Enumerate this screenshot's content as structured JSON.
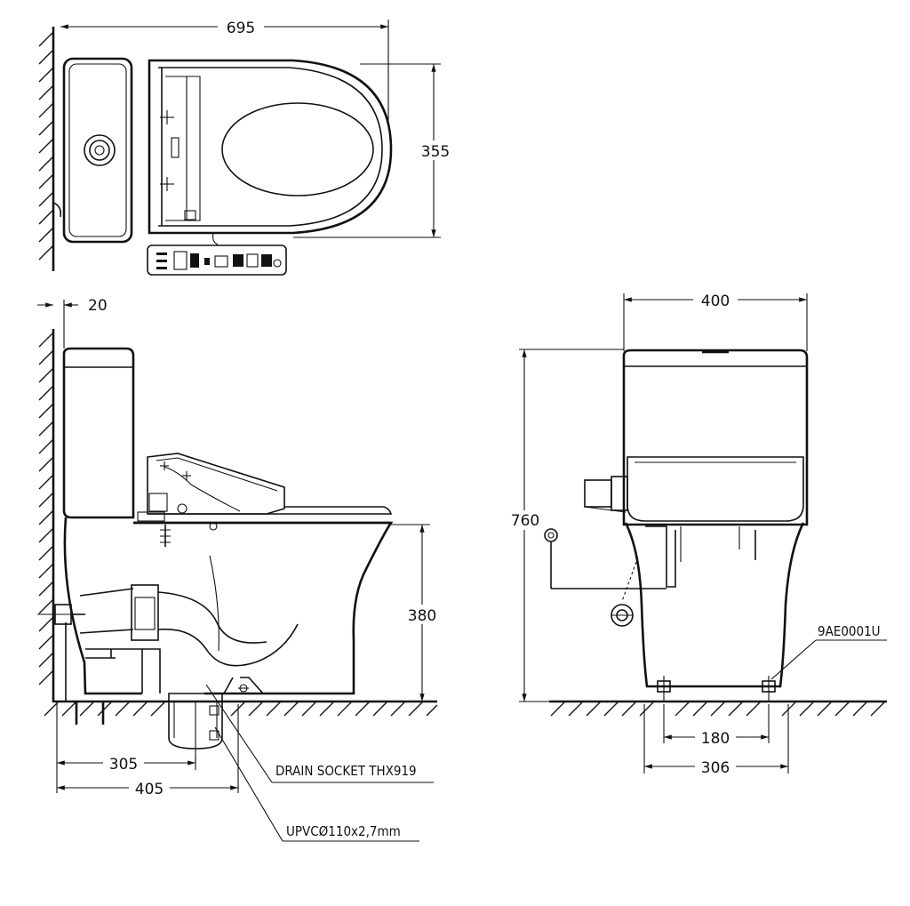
{
  "dimensions": {
    "top_width": "695",
    "top_depth": "355",
    "wall_gap": "20",
    "seat_height": "380",
    "drain_305": "305",
    "drain_405": "405",
    "front_width": "400",
    "total_height": "760",
    "bolt_span": "180",
    "base_width": "306"
  },
  "labels": {
    "drain_socket": "DRAIN SOCKET THX919",
    "upvc_pipe": "UPVCØ110x2,7mm",
    "part_code": "9AE0001U"
  }
}
